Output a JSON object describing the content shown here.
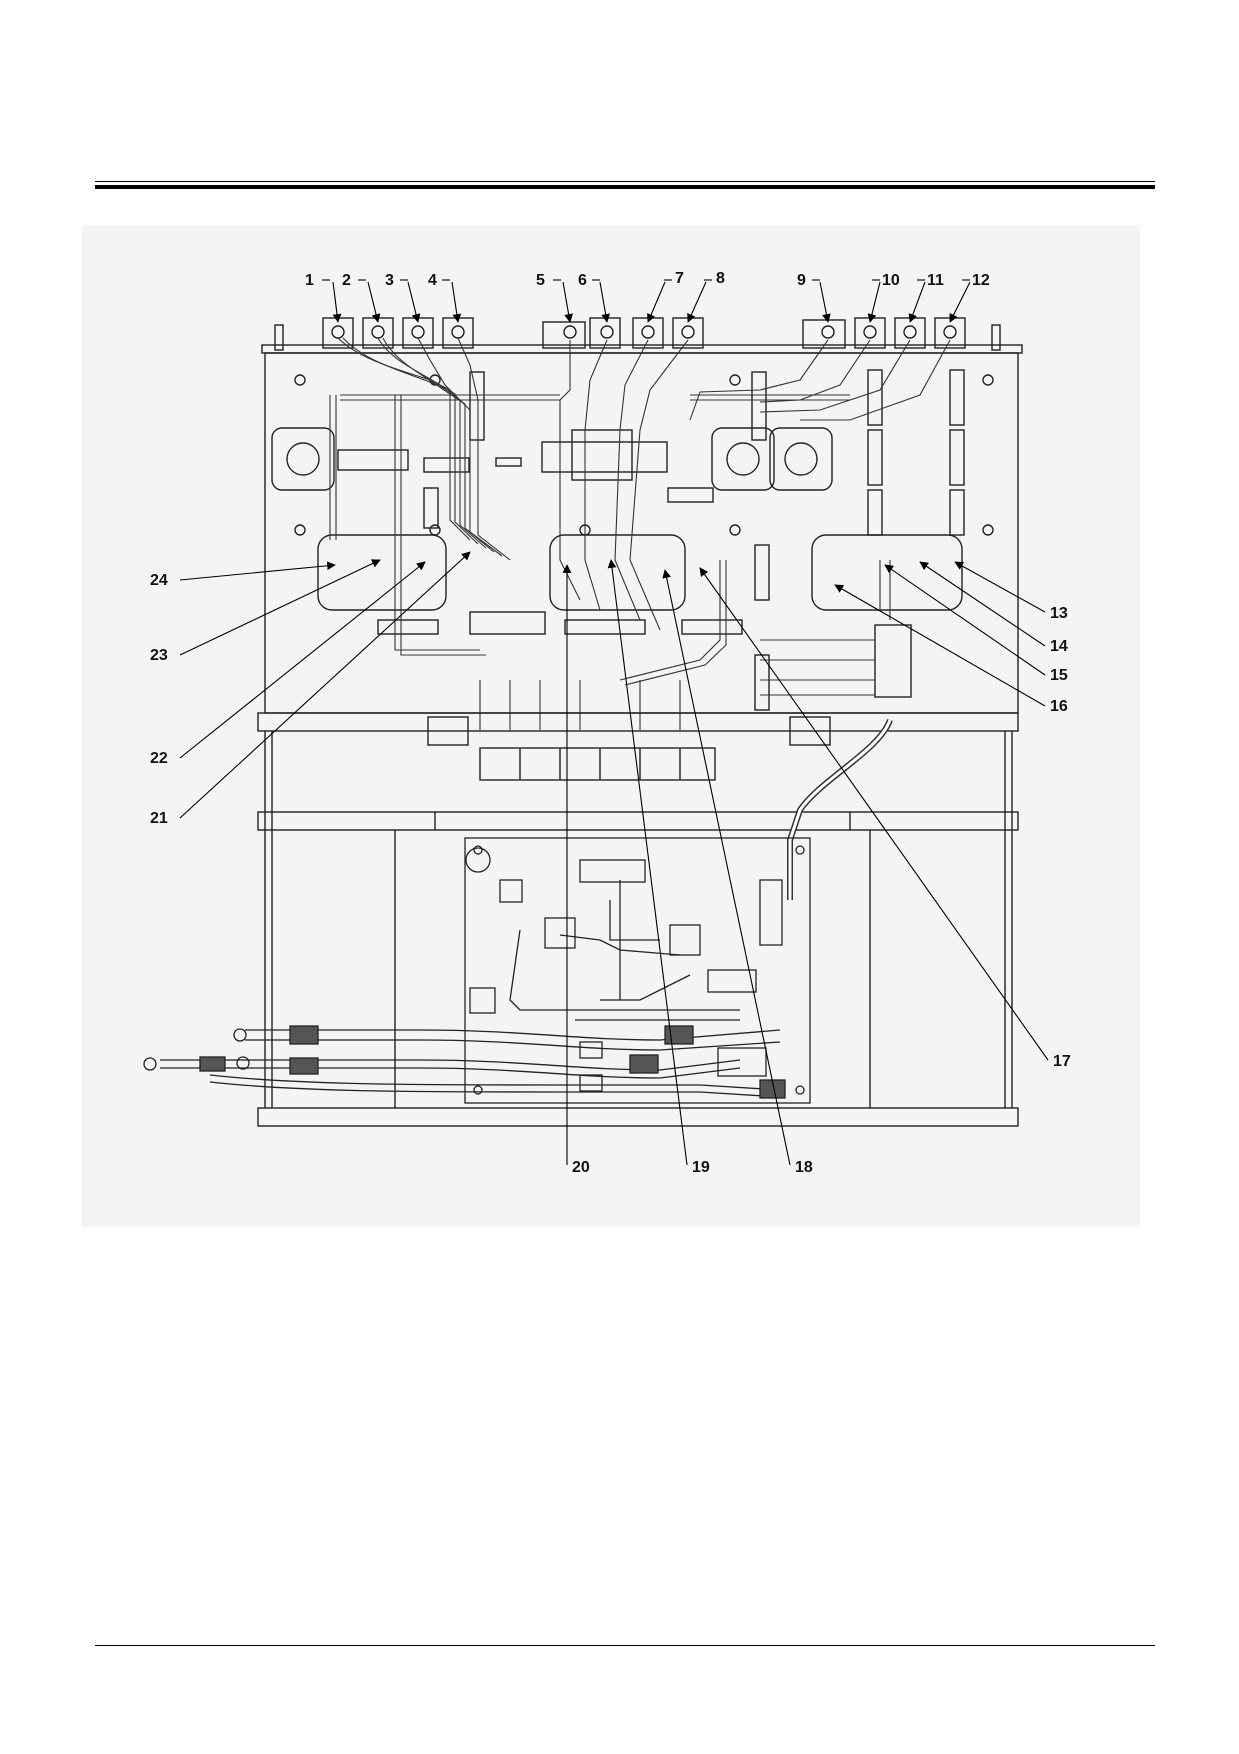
{
  "figure": {
    "callouts_top": [
      "1",
      "2",
      "3",
      "4",
      "5",
      "6",
      "7",
      "8",
      "9",
      "10",
      "11",
      "12"
    ],
    "callouts_right": [
      "13",
      "14",
      "15",
      "16",
      "17"
    ],
    "callouts_bottom": [
      "18",
      "19",
      "20"
    ],
    "callouts_left": [
      "21",
      "22",
      "23",
      "24"
    ]
  }
}
